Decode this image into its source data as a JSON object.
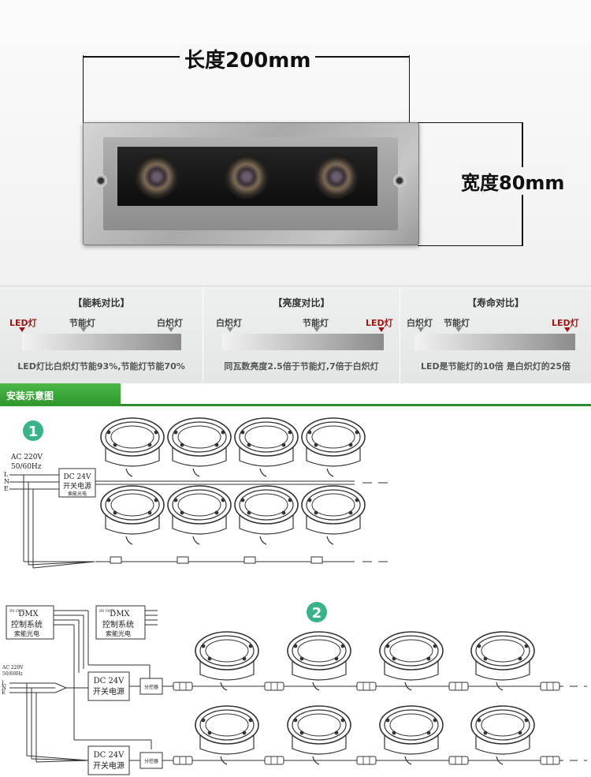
{
  "dimensions": {
    "length_label": "长度200mm",
    "width_label": "宽度80mm"
  },
  "comparison": [
    {
      "title": "【能耗对比】",
      "labels": [
        "LED灯",
        "节能灯",
        "白炽灯"
      ],
      "highlight": "LED灯",
      "note": "LED灯比白炽灯节能93%,节能灯节能70%"
    },
    {
      "title": "【亮度对比】",
      "labels": [
        "白炽灯",
        "节能灯",
        "LED灯"
      ],
      "highlight": "LED灯",
      "note": "同瓦数亮度2.5倍于节能灯,7倍于白炽灯"
    },
    {
      "title": "【寿命对比】",
      "labels": [
        "白炽灯",
        "节能灯",
        "LED灯"
      ],
      "highlight": "LED灯",
      "note": "LED是节能灯的10倍 是白炽灯的25倍"
    }
  ],
  "install": {
    "section_title": "安装示意图",
    "diagram1": {
      "badge": "1",
      "ac_line1": "AC 220V",
      "ac_line2": "50/60Hz",
      "wires": [
        "L",
        "N",
        "E"
      ],
      "psu_line1": "DC 24V",
      "psu_line2": "开关电源",
      "psu_brand": "索能光电"
    },
    "diagram2": {
      "badge": "2",
      "dmx_io": "IN OUT",
      "dmx_title": "DMX",
      "dmx_line1": "控制系统",
      "dmx_brand": "索能光电",
      "ac_line1": "AC 220V",
      "ac_line2": "50/60Hz",
      "wires": [
        "L",
        "N",
        "E"
      ],
      "psu_line1": "DC 24V",
      "psu_line2": "开关电源",
      "splitter": "分控器"
    }
  },
  "colors": {
    "accent_red": "#9b1818",
    "section_green": "#3aa536",
    "badge_teal": "#3bb38a"
  }
}
